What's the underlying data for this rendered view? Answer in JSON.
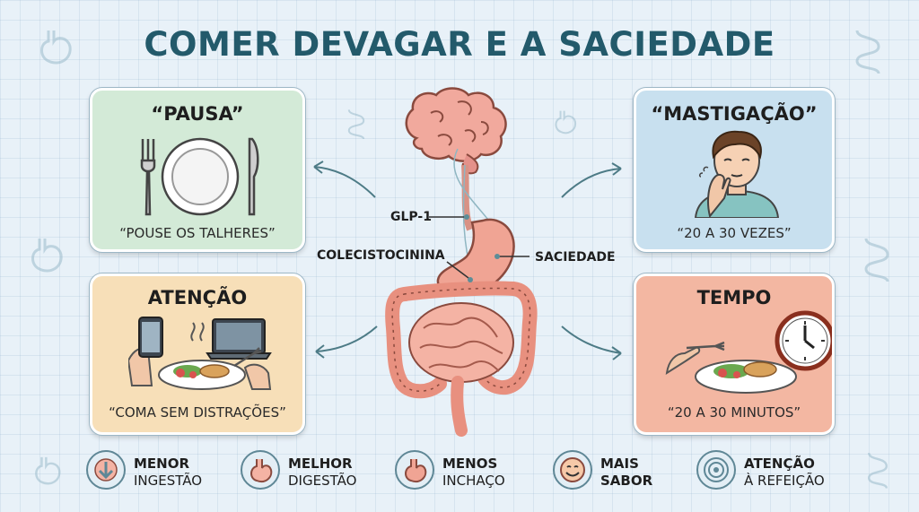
{
  "title": "COMER DEVAGAR E A SACIEDADE",
  "cards": {
    "pausa": {
      "title": "“PAUSA”",
      "caption": "“POUSE OS TALHERES”"
    },
    "atencao": {
      "title": "ATENÇÃO",
      "caption": "“COMA SEM DISTRAÇÕES”"
    },
    "mastigacao": {
      "title": "“MASTIGAÇÃO”",
      "caption": "“20 A 30 VEZES”"
    },
    "tempo": {
      "title": "TEMPO",
      "caption": "“20 A 30 MINUTOS”"
    }
  },
  "labels": {
    "glp1": "GLP-1",
    "colecistocinina": "COLECISTOCININA",
    "saciedade": "SACIEDADE"
  },
  "benefits": [
    {
      "line1": "MENOR",
      "line2": "INGESTÃO",
      "icon": "down-arrow-icon"
    },
    {
      "line1": "MELHOR",
      "line2": "DIGESTÃO",
      "icon": "stomach-icon"
    },
    {
      "line1": "MENOS",
      "line2": "INCHAÇO",
      "icon": "stomach-icon"
    },
    {
      "line1": "MAIS",
      "line2": "SABOR",
      "icon": "smile-icon"
    },
    {
      "line1": "ATENÇÃO",
      "line2": "À REFEIÇÃO",
      "icon": "target-icon"
    }
  ],
  "colors": {
    "title": "#235a6b",
    "pausa_bg": "#d3ead7",
    "atencao_bg": "#f7dfb8",
    "mastigacao_bg": "#c8e0ef",
    "tempo_bg": "#f3b7a2",
    "organ": "#f0a494",
    "brain": "#f1a99d"
  }
}
